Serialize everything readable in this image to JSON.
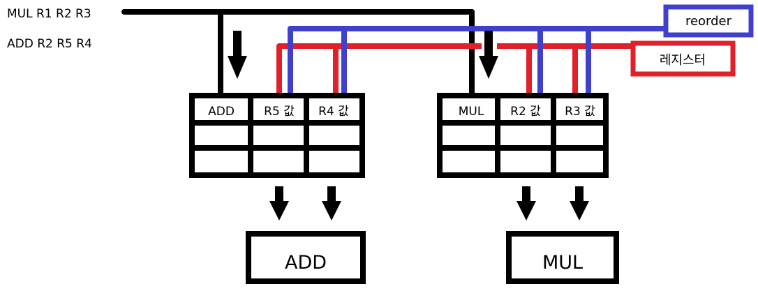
{
  "instructions": [
    "MUL R1 R2 R3",
    "ADD R2 R5 R4"
  ],
  "legend": {
    "reorder": {
      "label": "reorder",
      "color": "#4040cc"
    },
    "register": {
      "label": "레지스터",
      "color": "#e0202a"
    }
  },
  "reservation_stations": [
    {
      "id": "add",
      "cells": [
        "ADD",
        "R5 값",
        "R4 값"
      ]
    },
    {
      "id": "mul",
      "cells": [
        "MUL",
        "R2 값",
        "R3 값"
      ]
    }
  ],
  "units": {
    "add": "ADD",
    "mul": "MUL"
  }
}
